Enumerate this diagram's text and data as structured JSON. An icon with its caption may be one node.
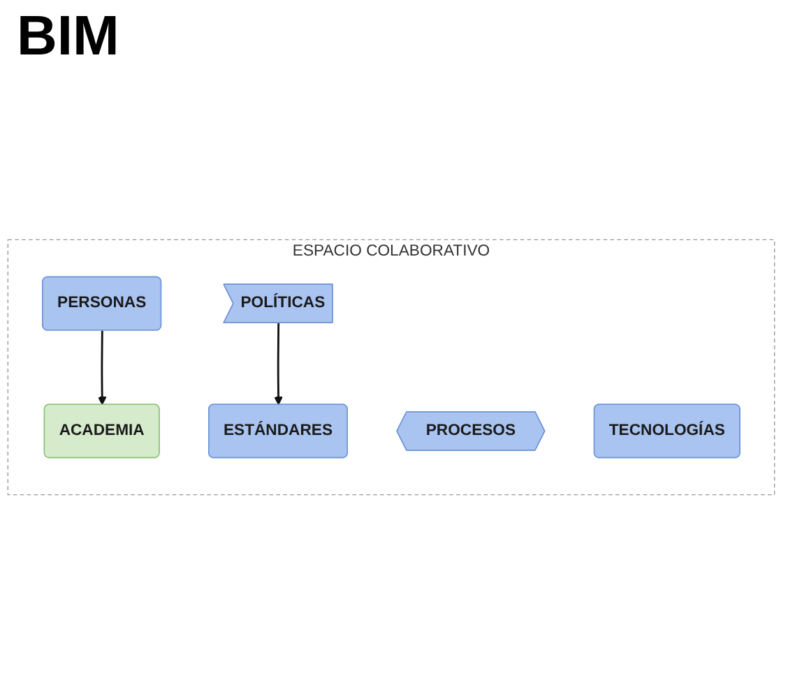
{
  "diagram": {
    "title": "BIM",
    "nodes": [
      {
        "text": [
          "ESPACIO COLABORATIVO"
        ]
      },
      {
        "text": [
          "ACADEMIA"
        ],
        "in": 0
      },
      {
        "text": [
          "ESTÁNDARES"
        ],
        "in": 0
      },
      {
        "text": [
          "PERSONAS"
        ],
        "in": 0
      },
      {
        "text": [
          "POLÍTICAS"
        ],
        "in": 0
      },
      {
        "text": [
          "PROCESOS"
        ],
        "in": 0
      },
      {
        "text": [
          "TECNOLOGÍAS"
        ],
        "in": 0
      }
    ],
    "edges": [
      {
        "from": 3,
        "to": 1,
        "arrow": "to"
      },
      {
        "from": 4,
        "to": 2,
        "arrow": "to"
      }
    ]
  }
}
